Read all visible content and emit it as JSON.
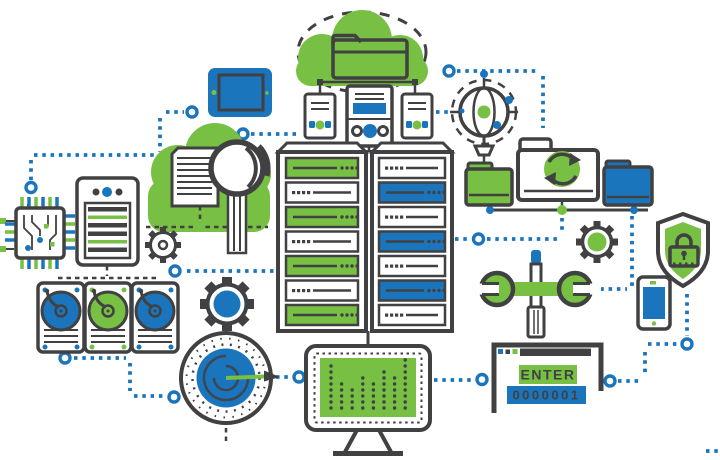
{
  "colors": {
    "green": "#77C043",
    "blue": "#1B75BC",
    "dark": "#414042",
    "background": "#FFFFFF"
  },
  "login_window": {
    "button_label": "ENTER",
    "field_value": "0000001"
  },
  "chart_data": {
    "type": "bar",
    "values": [
      8,
      5,
      4,
      6,
      5,
      7,
      6,
      9
    ],
    "note": "dot-column bars drawn on the green monitor screen"
  },
  "icons": [
    "cpu-chip-icon",
    "tower-server-icon",
    "search-cloud-icon",
    "document-icon",
    "magnifier-icon",
    "tablet-icon",
    "cloud-folder-icon",
    "small-server-left-icon",
    "main-server-icon",
    "small-server-right-icon",
    "network-globe-icon",
    "folder-green-icon",
    "folder-sync-icon",
    "folder-blue-icon",
    "server-rack-left",
    "server-rack-right",
    "gear-small-icon",
    "gear-blue-icon",
    "gear-green-icon",
    "hdd-icon-1",
    "hdd-icon-2",
    "hdd-icon-3",
    "performance-gauge-icon",
    "monitor-icon",
    "wrench-icon",
    "screwdriver-icon",
    "shield-lock-icon",
    "smartphone-icon",
    "login-window"
  ]
}
